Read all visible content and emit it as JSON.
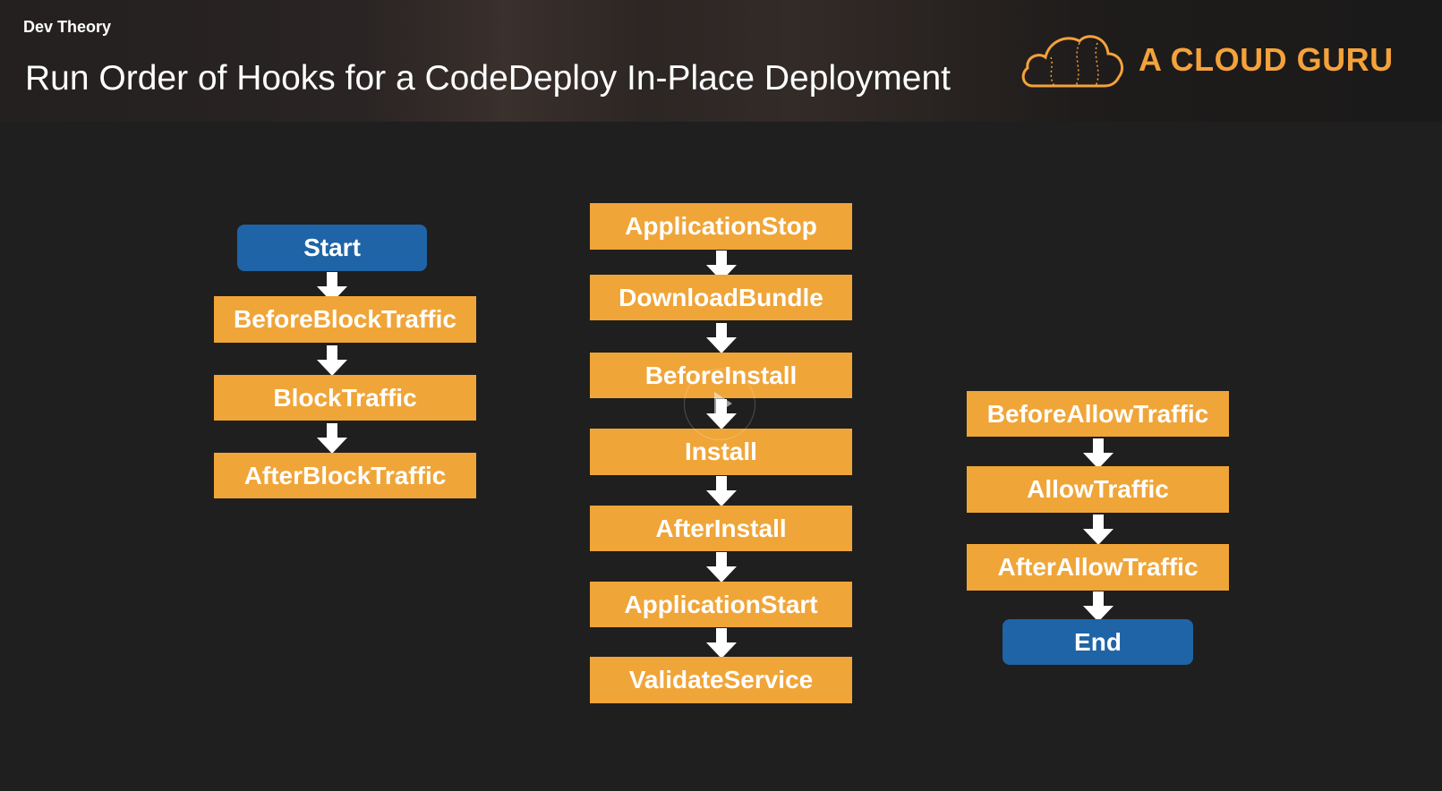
{
  "header": {
    "channel": "Dev Theory",
    "title": "Run Order of Hooks for a CodeDeploy In-Place Deployment",
    "logo_text": "A CLOUD GURU",
    "logo_icon": "cloud-icon"
  },
  "diagram": {
    "start_label": "Start",
    "end_label": "End",
    "column1": [
      "BeforeBlockTraffic",
      "BlockTraffic",
      "AfterBlockTraffic"
    ],
    "column2": [
      "ApplicationStop",
      "DownloadBundle",
      "BeforeInstall",
      "Install",
      "AfterInstall",
      "ApplicationStart",
      "ValidateService"
    ],
    "column3": [
      "BeforeAllowTraffic",
      "AllowTraffic",
      "AfterAllowTraffic"
    ]
  },
  "colors": {
    "hook_box": "#f0a538",
    "terminal_box": "#1e64a6",
    "brand_orange": "#f5a23b",
    "background": "#1f1f1f"
  },
  "overlay": {
    "play_icon": "play-icon"
  }
}
